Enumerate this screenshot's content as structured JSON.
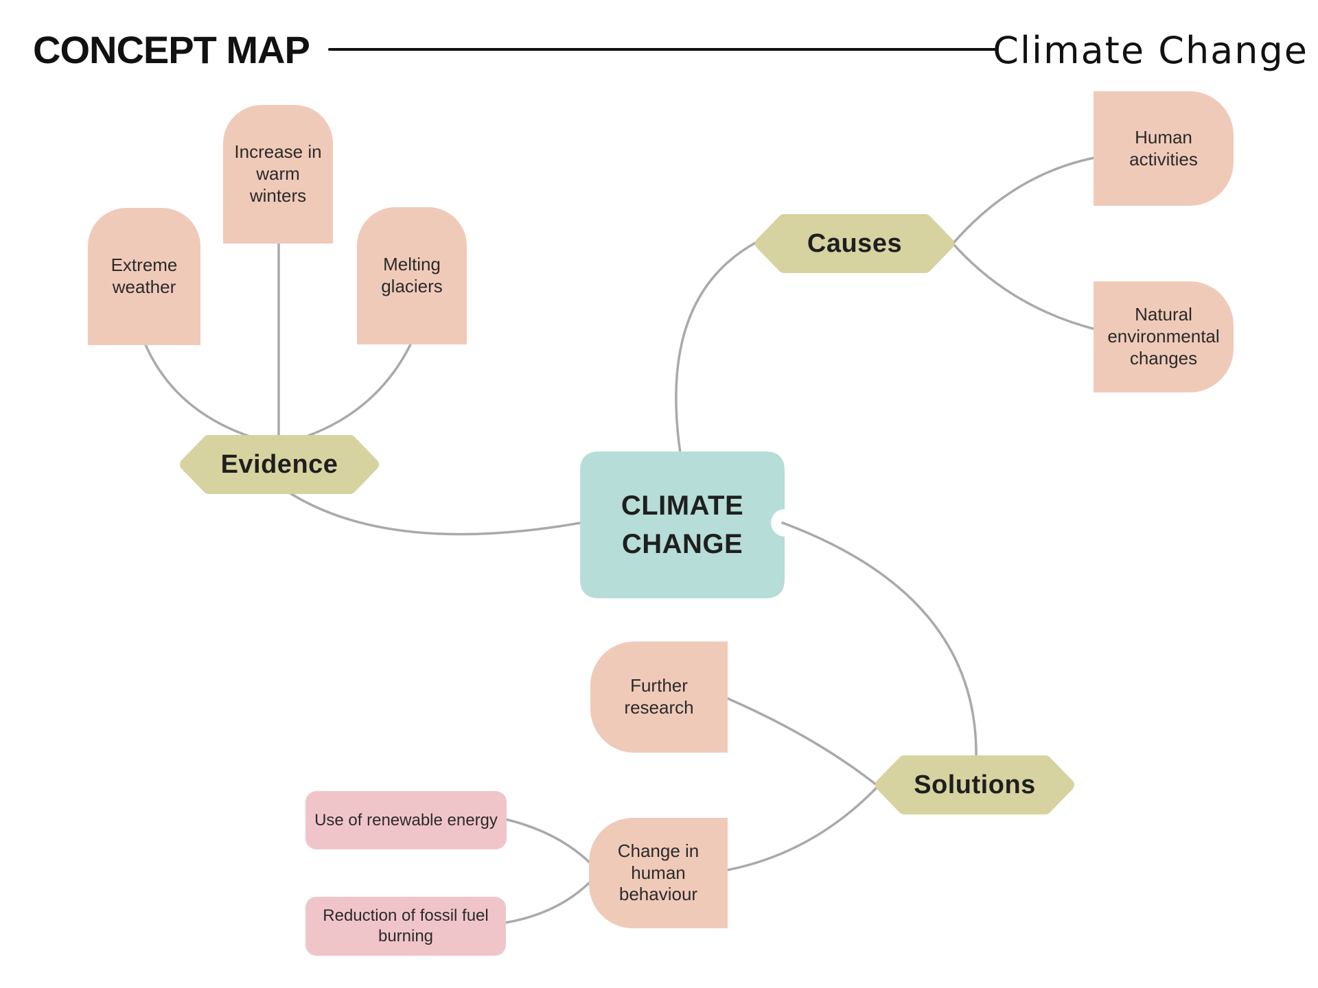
{
  "header": {
    "title": "CONCEPT MAP",
    "topic": "Climate Change"
  },
  "nodes": {
    "center": {
      "label": "CLIMATE\nCHANGE"
    },
    "causes": {
      "label": "Causes"
    },
    "evidence": {
      "label": "Evidence"
    },
    "solutions": {
      "label": "Solutions"
    },
    "human_activities": {
      "label": "Human\nactivities"
    },
    "natural_changes": {
      "label": "Natural\nenvironmental\nchanges"
    },
    "warm_winters": {
      "label": "Increase in\nwarm\nwinters"
    },
    "extreme_weather": {
      "label": "Extreme\nweather"
    },
    "melting_glaciers": {
      "label": "Melting\nglaciers"
    },
    "further_research": {
      "label": "Further\nresearch"
    },
    "behaviour_change": {
      "label": "Change in\nhuman\nbehaviour"
    },
    "renewable_energy": {
      "label": "Use of renewable energy"
    },
    "fossil_fuel": {
      "label": "Reduction of fossil fuel\nburning"
    }
  },
  "edges": [
    {
      "from": "CLIMATE CHANGE",
      "to": "Causes"
    },
    {
      "from": "CLIMATE CHANGE",
      "to": "Evidence"
    },
    {
      "from": "CLIMATE CHANGE",
      "to": "Solutions"
    },
    {
      "from": "Causes",
      "to": "Human activities"
    },
    {
      "from": "Causes",
      "to": "Natural environmental changes"
    },
    {
      "from": "Evidence",
      "to": "Increase in warm winters"
    },
    {
      "from": "Evidence",
      "to": "Extreme weather"
    },
    {
      "from": "Evidence",
      "to": "Melting glaciers"
    },
    {
      "from": "Solutions",
      "to": "Further research"
    },
    {
      "from": "Solutions",
      "to": "Change in human behaviour"
    },
    {
      "from": "Change in human behaviour",
      "to": "Use of renewable energy"
    },
    {
      "from": "Change in human behaviour",
      "to": "Reduction of fossil fuel burning"
    }
  ],
  "colors": {
    "background": "#ffffff",
    "center_fill": "#b6ddd7",
    "category_fill": "#d6d3a0",
    "concept_fill": "#f0cab9",
    "sub_concept_fill": "#f0c5ca",
    "connector": "#a9a9a9",
    "text_dark": "#1f1f1f"
  }
}
